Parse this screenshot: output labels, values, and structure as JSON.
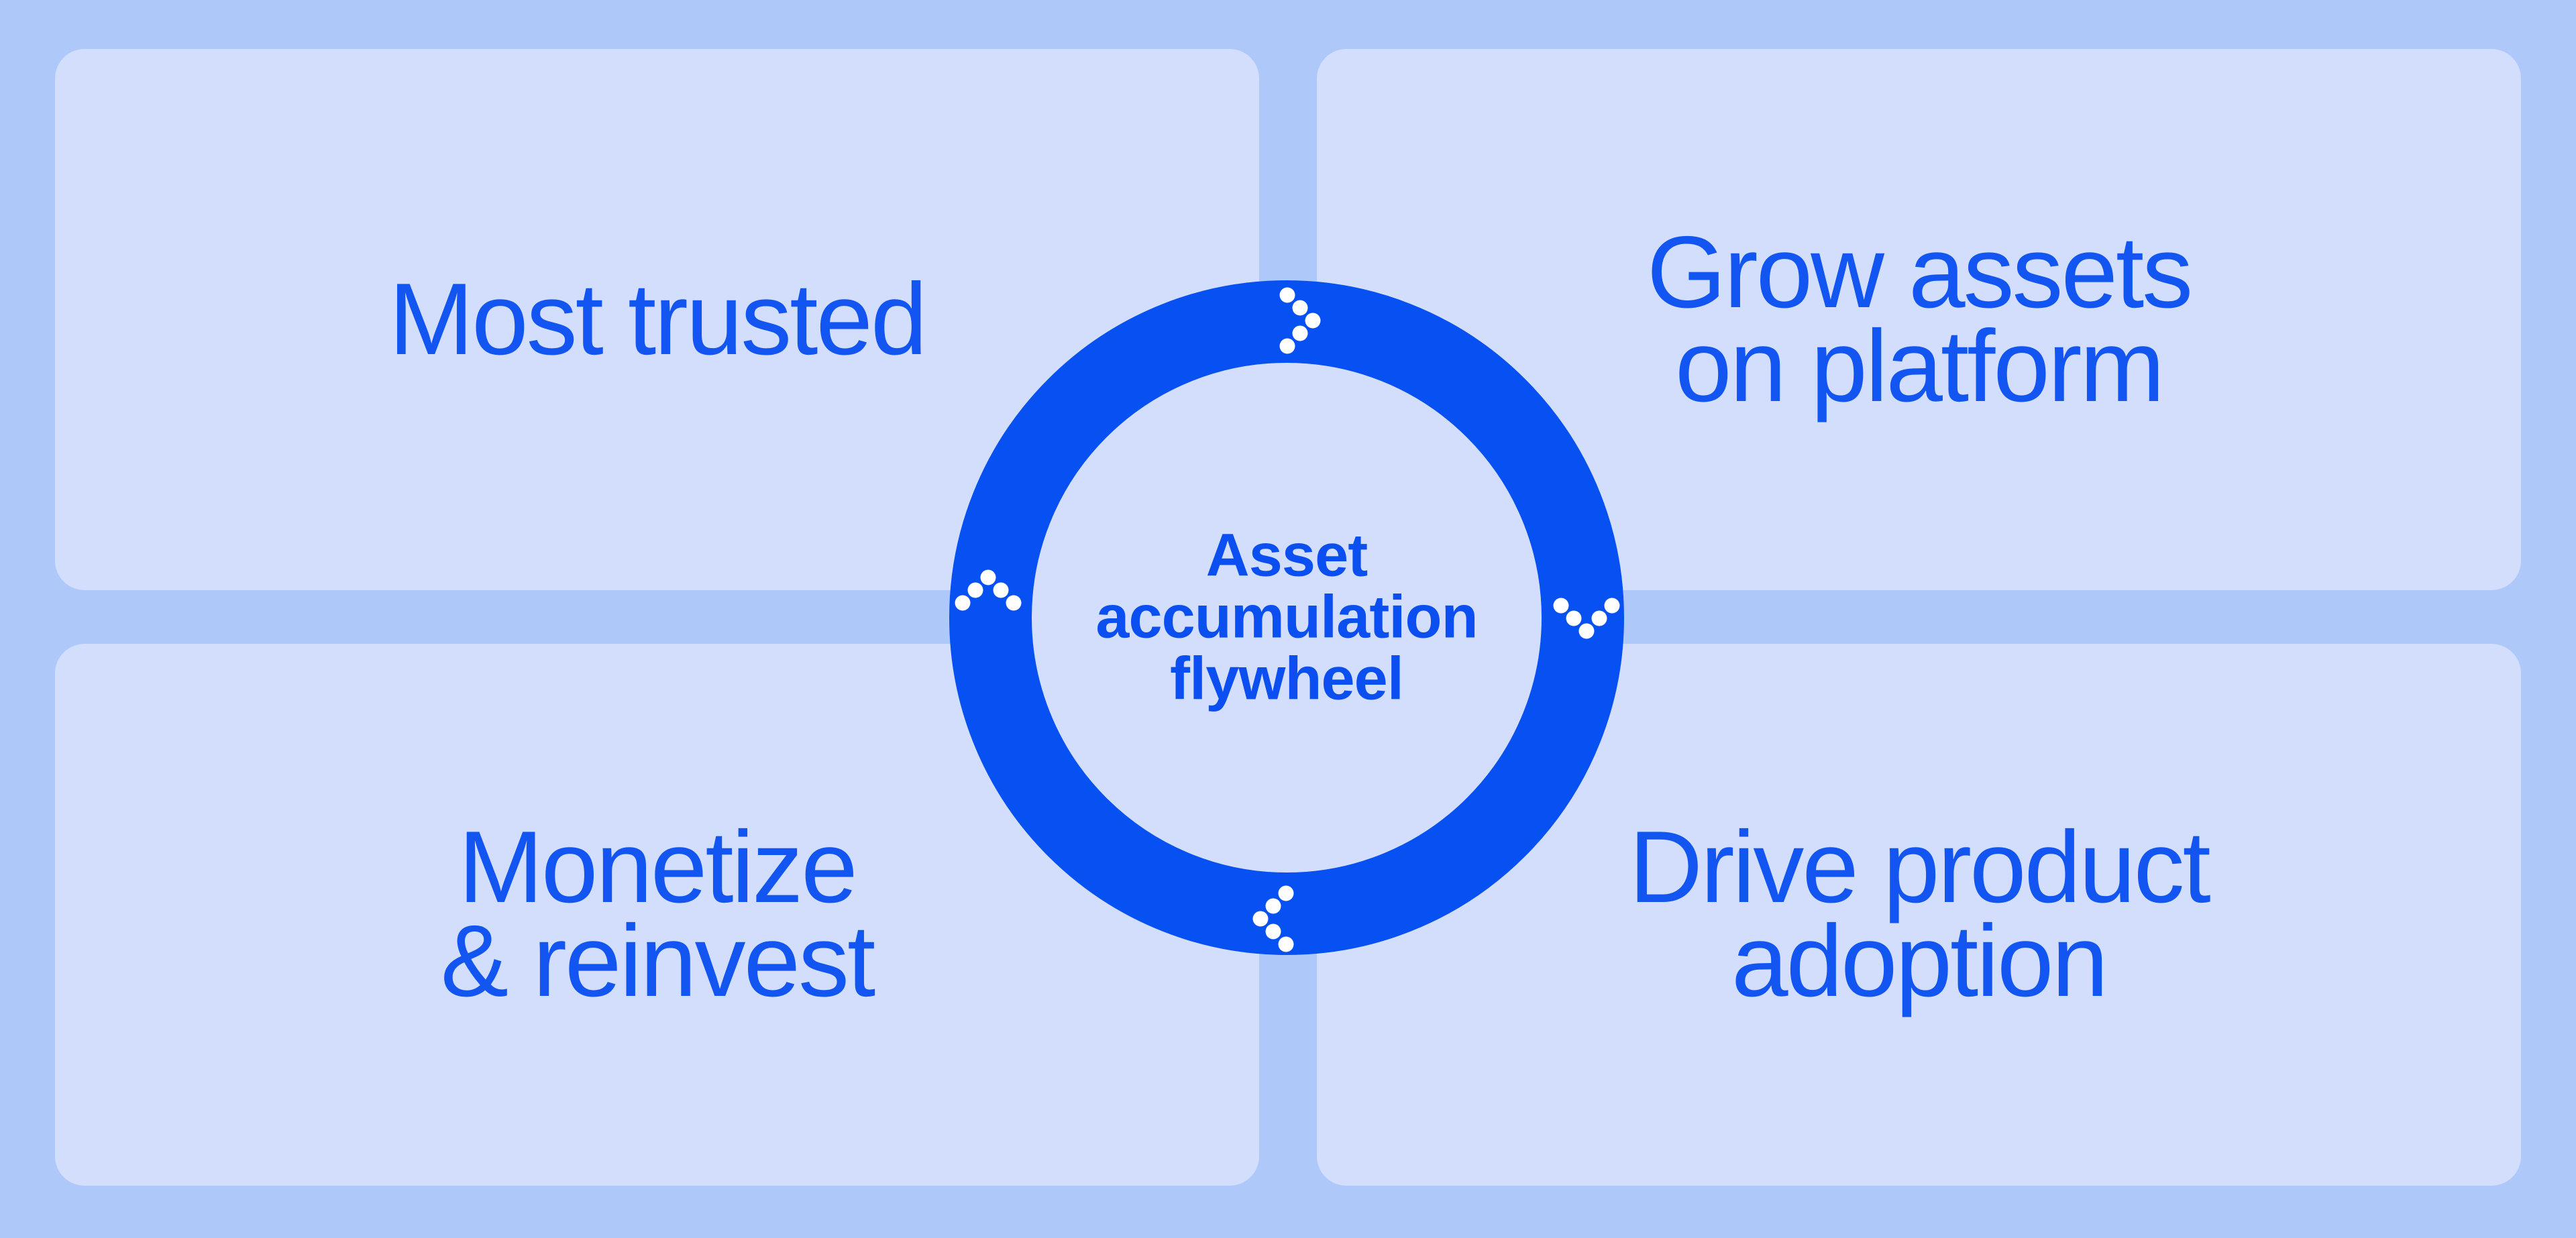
{
  "diagram": {
    "type": "cycle-flywheel",
    "title": "Asset accumulation flywheel",
    "center": {
      "lines": [
        "Asset",
        "accumulation",
        "flywheel"
      ]
    },
    "quadrants": [
      {
        "position": "top-left",
        "label": "Most trusted",
        "lines": [
          "Most trusted",
          ""
        ]
      },
      {
        "position": "top-right",
        "label": "Grow assets on platform",
        "lines": [
          "Grow assets",
          "on platform"
        ]
      },
      {
        "position": "bottom-left",
        "label": "Monetize & reinvest",
        "lines": [
          "Monetize",
          "& reinvest"
        ]
      },
      {
        "position": "bottom-right",
        "label": "Drive product adoption",
        "lines": [
          "Drive product",
          "adoption"
        ]
      }
    ],
    "arrows": [
      {
        "position": "top",
        "direction": "right",
        "style": "dotted-chevron"
      },
      {
        "position": "right",
        "direction": "down",
        "style": "dotted-chevron"
      },
      {
        "position": "bottom",
        "direction": "left",
        "style": "dotted-chevron"
      },
      {
        "position": "left",
        "direction": "up",
        "style": "dotted-chevron"
      }
    ],
    "flow_direction": "clockwise",
    "colors": {
      "background": "#aec8f9",
      "panel": "#d2defc",
      "ring": "#0750f2",
      "label_text": "#1255f0",
      "center_text": "#0c4ff0",
      "chevron_dots": "#ffffff"
    }
  }
}
